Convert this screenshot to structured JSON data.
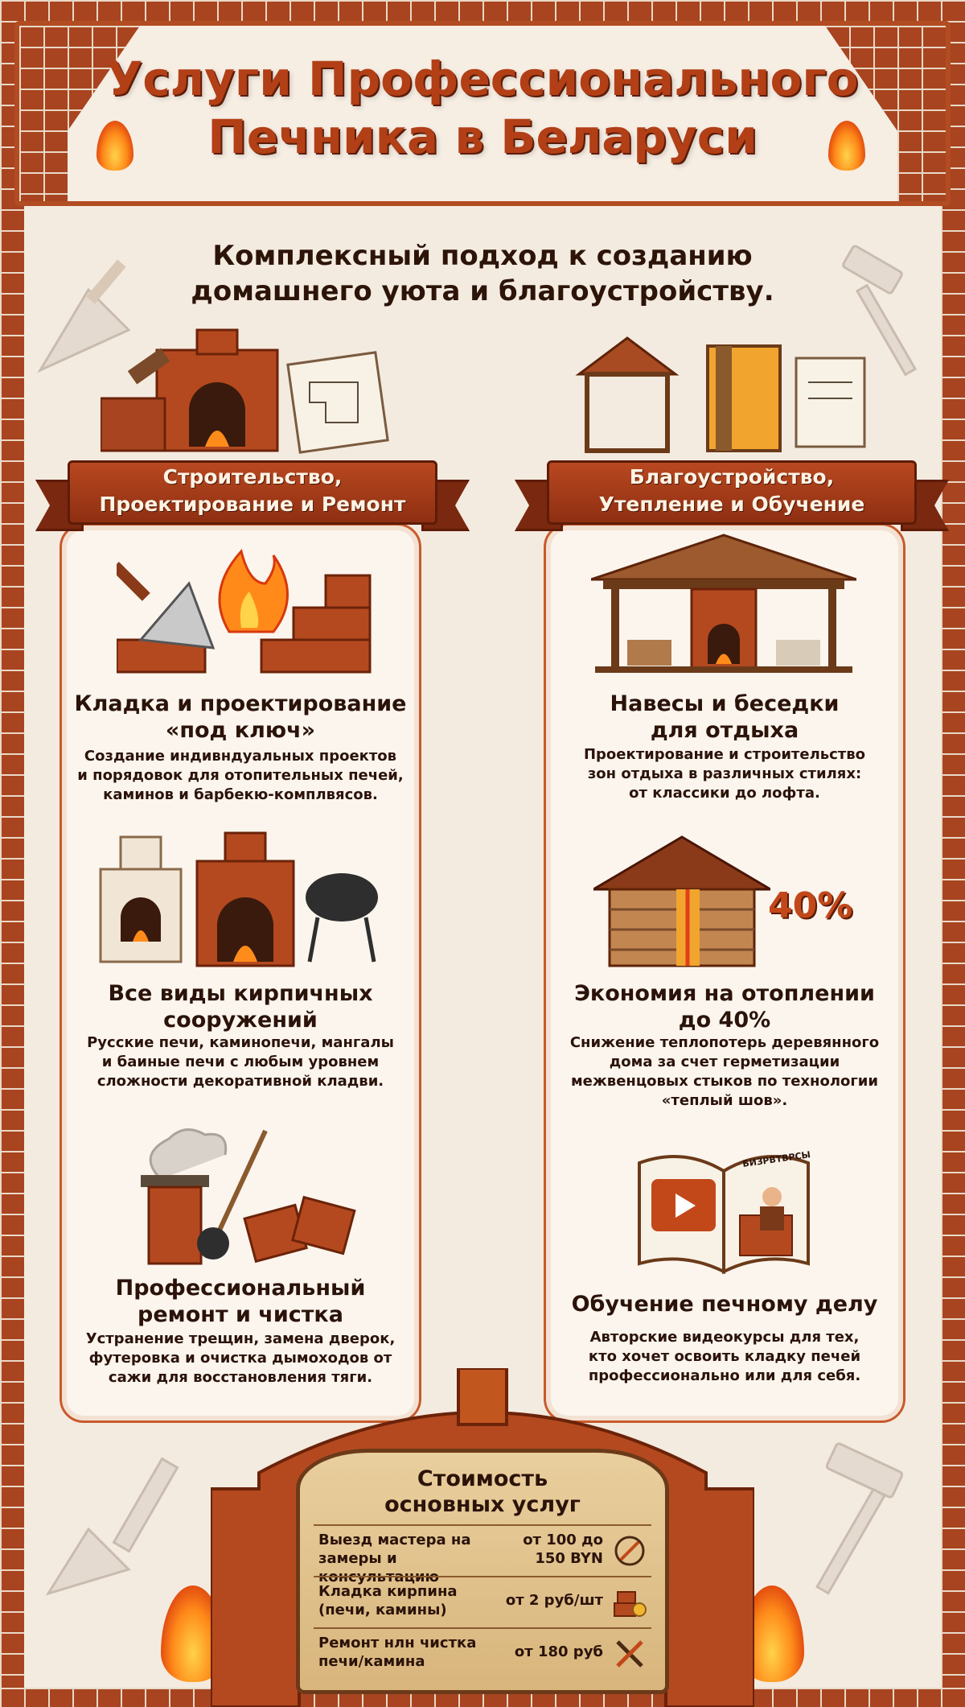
{
  "header": {
    "title_line1": "Услуги Профессионального",
    "title_line2": "Печника в Беларуси",
    "subtitle_line1": "Комплексный подход к созданию",
    "subtitle_line2": "домашнего уюта и благоустройству."
  },
  "left_column": {
    "ribbon_line1": "Строительство,",
    "ribbon_line2": "Проектирование и Ремонт",
    "items": [
      {
        "title_line1": "Кладка и проектирование",
        "title_line2": "«под ключ»",
        "desc_line1": "Создание индивндуальных проектов",
        "desc_line2": "и порядовок для отопительных печей,",
        "desc_line3": "каминов и барбекю-комплвясов."
      },
      {
        "title_line1": "Все виды кирпичных",
        "title_line2": "сооружений",
        "desc_line1": "Русские печи, каминопечи, мангалы",
        "desc_line2": "и баиные печи с любым уровнем",
        "desc_line3": "сложности декоративной кладви."
      },
      {
        "title_line1": "Профессиональный",
        "title_line2": "ремонт и чистка",
        "desc_line1": "Устранение трещин, замена дверок,",
        "desc_line2": "футеровка и очистка дымоходов от",
        "desc_line3": "сажи для восстановления тяги."
      }
    ]
  },
  "right_column": {
    "ribbon_line1": "Благоустройство,",
    "ribbon_line2": "Утепление и Обучение",
    "items": [
      {
        "title_line1": "Навесы и беседки",
        "title_line2": "для отдыха",
        "desc_line1": "Проектирование и строительство",
        "desc_line2": "зон отдыха в различных стилях:",
        "desc_line3": "от классики до лофта."
      },
      {
        "badge": "40%",
        "title_line1": "Экономия на отоплении",
        "title_line2": "до 40%",
        "desc_line1": "Снижение теплопотерь деревянного",
        "desc_line2": "дома за счет герметизации",
        "desc_line3": "межвенцовых стыков по технологии",
        "desc_line4": "«теплый шов»."
      },
      {
        "book_text": "БИЗРВТВРСЫ",
        "title_line1": "Обучение печному делу",
        "desc_line1": "Авторские видеокурсы для тех,",
        "desc_line2": "кто хочет освоить кладку печей",
        "desc_line3": "профессионально или для себя."
      }
    ]
  },
  "prices": {
    "title_line1": "Стоимость",
    "title_line2": "основных услуг",
    "rows": [
      {
        "svc_line1": "Выезд мастера на",
        "svc_line2": "замеры и консультацию",
        "val_line1": "от 100 до",
        "val_line2": "150 BYN",
        "icon": "compass-ruler-icon"
      },
      {
        "svc_line1": "Кладка кирпина",
        "svc_line2": "(печи, камины)",
        "val_line1": "от 2 руб/шт",
        "val_line2": "",
        "icon": "bricks-coin-icon"
      },
      {
        "svc_line1": "Ремонт нлн чистка",
        "svc_line2": "печи/камина",
        "val_line1": "от 180 руб",
        "val_line2": "",
        "icon": "tools-icon"
      }
    ]
  },
  "colors": {
    "brick": "#a8441f",
    "title": "#b23f16",
    "panel_border": "#c85a2c",
    "ribbon": "#b84820",
    "board": "#e0c28c"
  }
}
